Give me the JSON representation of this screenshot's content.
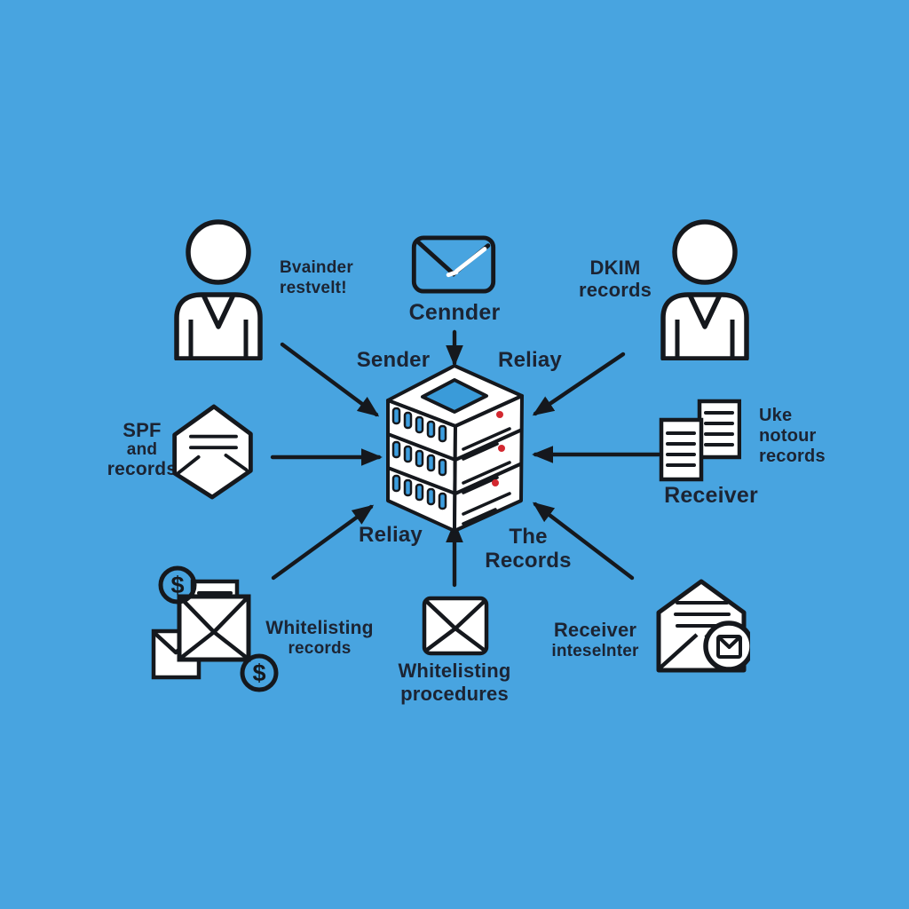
{
  "palette": {
    "background": "#48a4e0",
    "ink": "#1c2433",
    "icon_stroke": "#15181d",
    "icon_fill": "#ffffff",
    "slot_blue": "#3d9edf",
    "diamond_blue": "#3a9bd9",
    "dot_red": "#d32830"
  },
  "icons": {
    "sender_person": "person-icon",
    "top_envelope": "envelope-outline-icon",
    "dkim_person": "person-icon",
    "spf_envelope": "open-envelope-icon",
    "server": "server-stack-icon",
    "documents": "documents-icon",
    "money_envelope": "envelope-with-coins-icon",
    "whitelist_envelope": "closed-envelope-icon",
    "received_envelope": "received-mail-icon"
  },
  "nodes": {
    "sender_person": {
      "caption": [
        "Bvainder",
        "restvelt!"
      ]
    },
    "top_envelope": {
      "caption": "Cennder"
    },
    "dkim": {
      "caption": [
        "DKIM",
        "records"
      ]
    },
    "server": {
      "label_top_left": "Sender",
      "label_top_right": "Reliay",
      "label_bottom_left": "Reliay",
      "label_bottom_right": [
        "The",
        "Records"
      ]
    },
    "spf": {
      "caption": [
        "SPF",
        "and",
        "records"
      ]
    },
    "right_docs": {
      "caption_side": [
        "Uke",
        "notour",
        "records"
      ],
      "caption_below": "Receiver"
    },
    "money_envelope": {
      "caption": [
        "Whitelisting",
        "records"
      ],
      "coin_symbol": "$"
    },
    "bottom_envelope": {
      "caption": [
        "Whitelisting",
        "procedures"
      ]
    },
    "received_envelope": {
      "caption": [
        "Receiver",
        "inteselnter"
      ]
    }
  }
}
